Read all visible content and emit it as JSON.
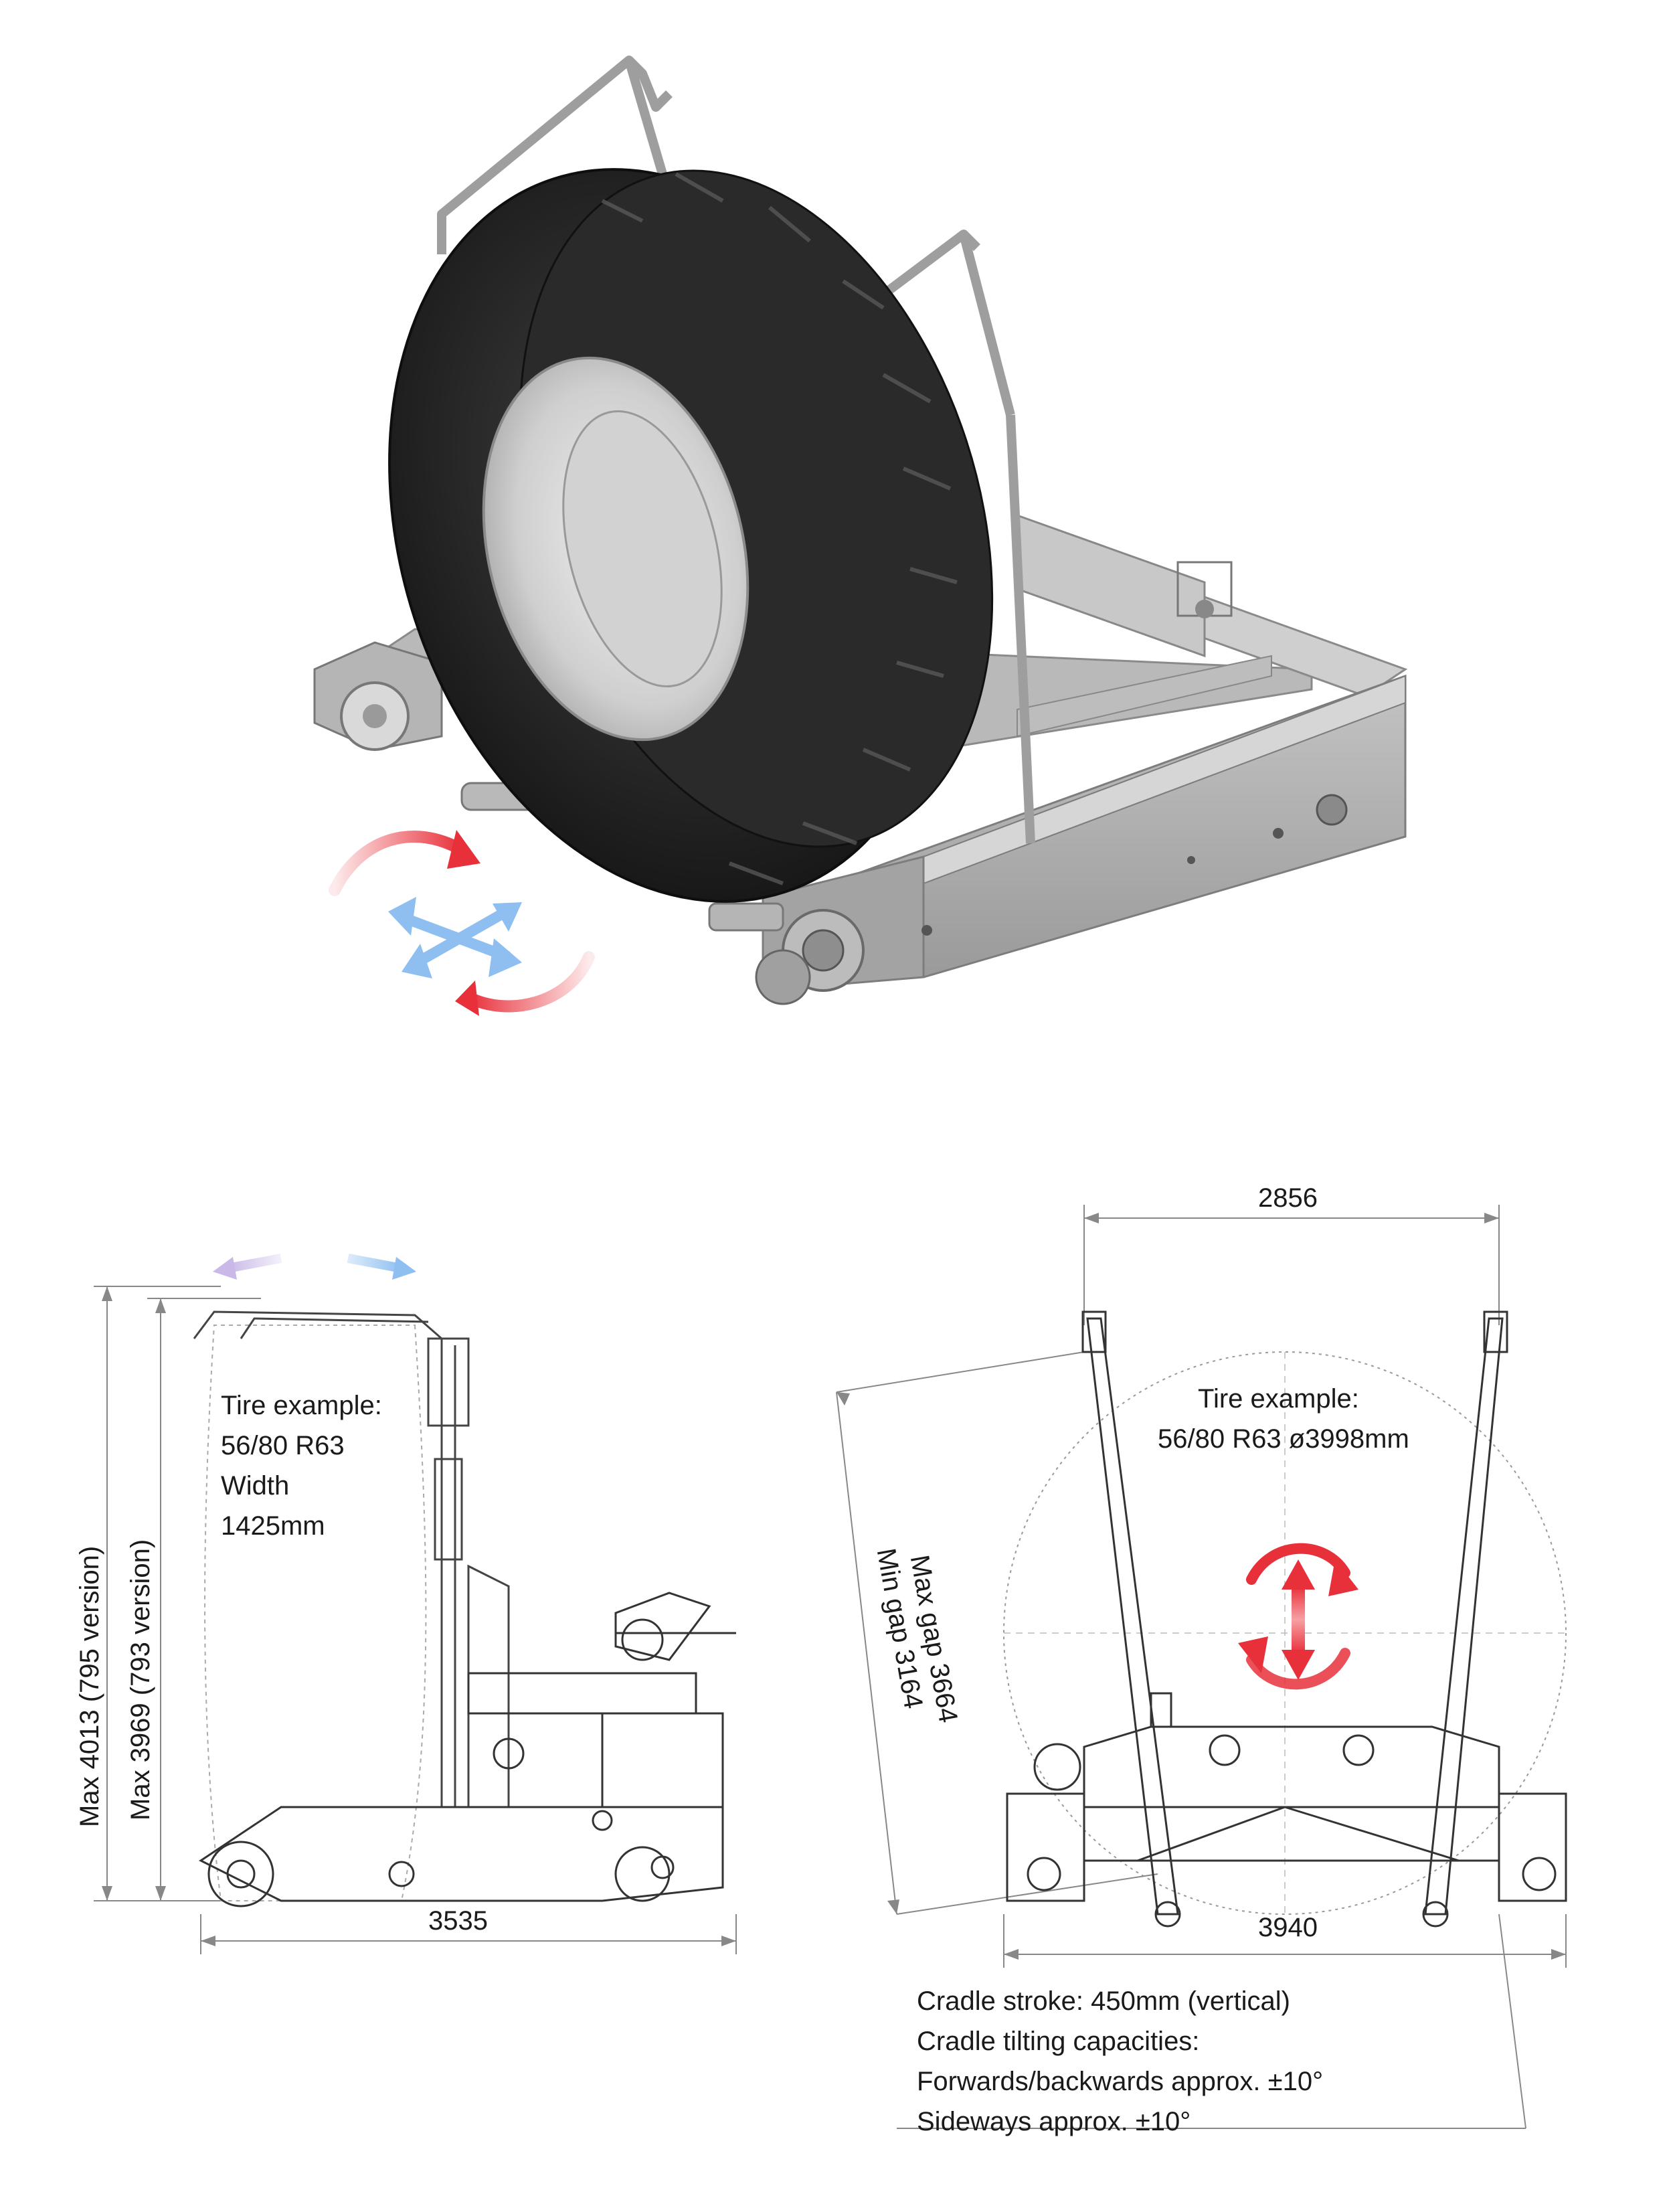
{
  "side_view": {
    "tire_example_label": "Tire example:",
    "tire_size": "56/80 R63",
    "width_label": "Width",
    "width_value": "1425mm",
    "max_795": "Max 4013 (795 version)",
    "max_793": "Max 3969 (793 version)",
    "length": "3535"
  },
  "front_view": {
    "top_width": "2856",
    "tire_example_label": "Tire example:",
    "tire_size_diameter": "56/80 R63 ø3998mm",
    "max_gap": "Max gap 3664",
    "min_gap": "Min gap 3164",
    "base_width": "3940"
  },
  "specs": [
    "Cradle stroke: 450mm (vertical)",
    "Cradle tilting capacities:",
    "Forwards/backwards approx. ±10°",
    "Sideways approx. ±10°"
  ],
  "colors": {
    "rotation_arrow": "#e8303a",
    "move_arrow": "#8fbff0",
    "machine_gray": "#a9a9a9",
    "tire_black": "#1e1e1e"
  }
}
